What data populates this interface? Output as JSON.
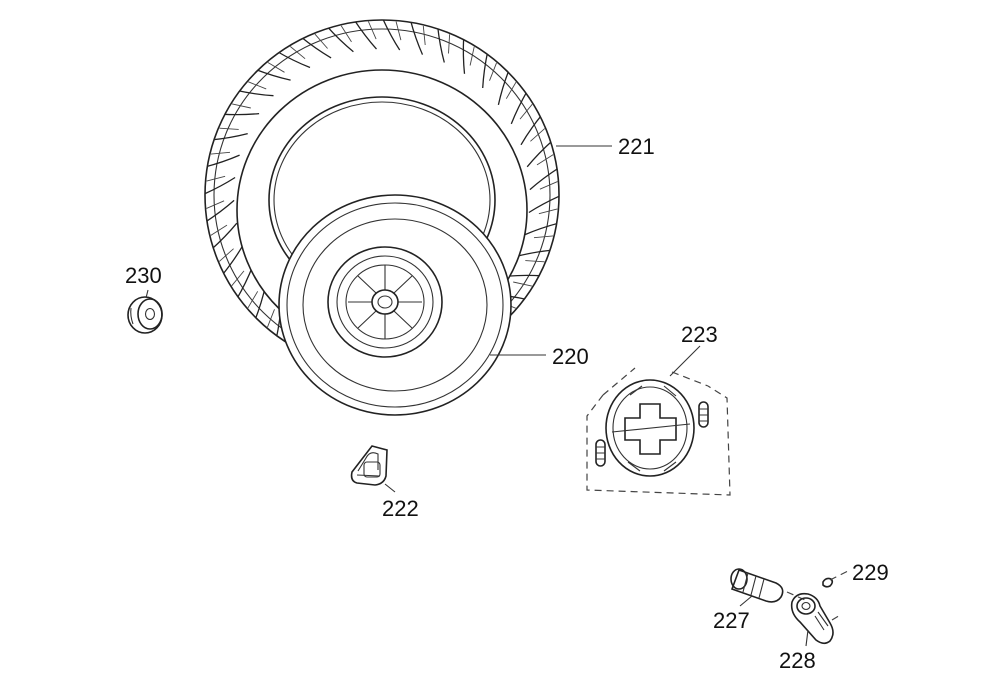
{
  "labels": {
    "p221": "221",
    "p220": "220",
    "p223": "223",
    "p230": "230",
    "p222": "222",
    "p227": "227",
    "p228": "228",
    "p229": "229"
  },
  "colors": {
    "ink": "#222222",
    "background": "#ffffff"
  }
}
